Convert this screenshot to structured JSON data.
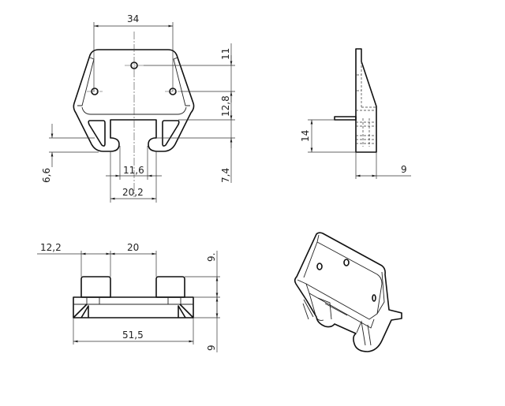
{
  "drawing": {
    "front_view": {
      "dimensions": {
        "width_holes": "34",
        "top_hole_offset": "11",
        "hole_spacing_vertical": "12,8",
        "hook_height": "7,4",
        "hook_depth_left": "6,6",
        "slot_inner": "11,6",
        "slot_outer": "20,2"
      }
    },
    "side_view": {
      "dimensions": {
        "pin_height": "14",
        "thickness": "9"
      }
    },
    "bottom_view": {
      "dimensions": {
        "block_width": "12,2",
        "block_gap": "20",
        "overall_width": "51,5",
        "block_height": "9.",
        "base_height": "9"
      }
    },
    "isometric_view": {}
  }
}
